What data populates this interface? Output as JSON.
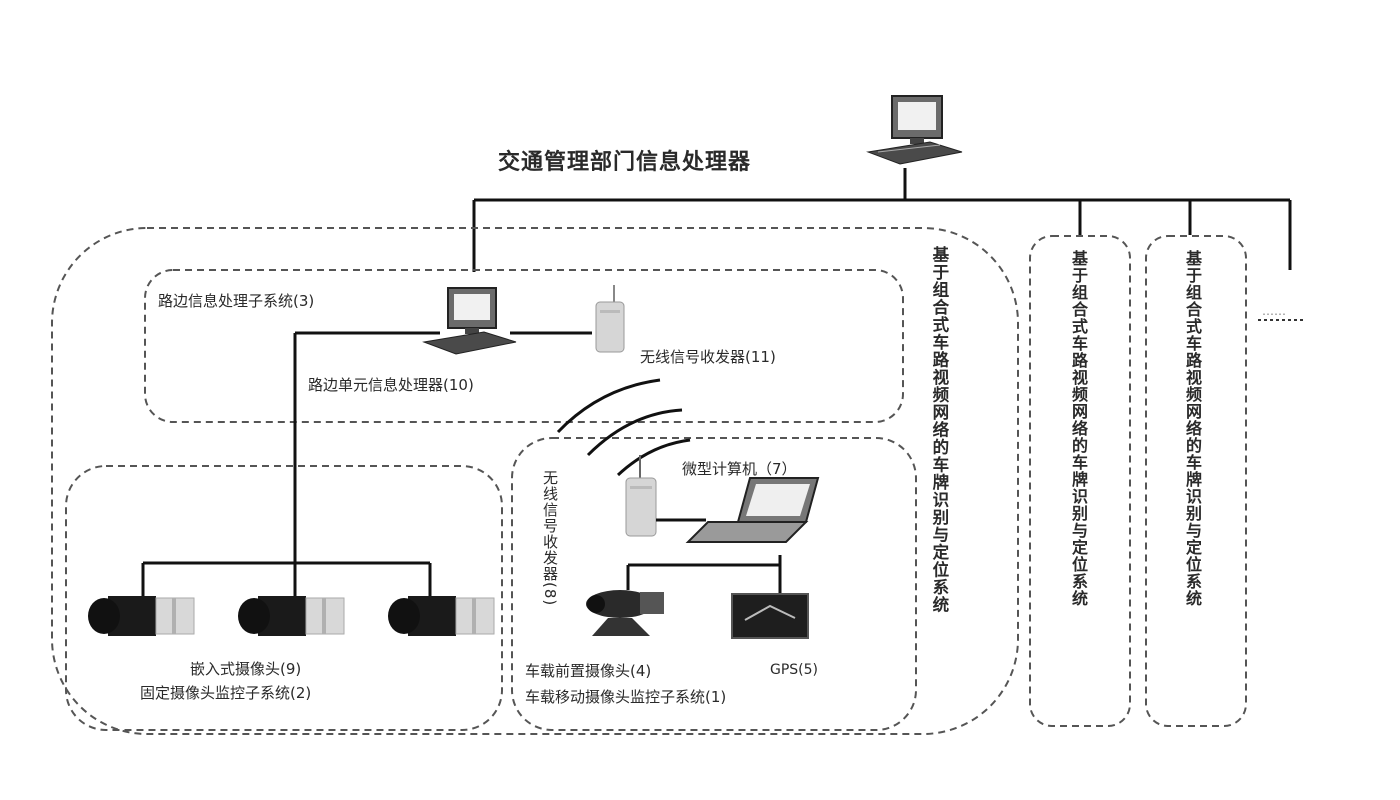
{
  "title": "交通管理部门信息处理器",
  "roadside": {
    "subsystem": "路边信息处理子系统(3)",
    "processor": "路边单元信息处理器(10)",
    "transceiver": "无线信号收发器(11)"
  },
  "fixed": {
    "camera": "嵌入式摄像头(9)",
    "subsystem": "固定摄像头监控子系统(2)"
  },
  "mobile": {
    "transceiver": "无线信号收发器(8)",
    "computer": "微型计算机（7）",
    "camera": "车载前置摄像头(4)",
    "gps": "GPS(5)",
    "subsystem": "车载移动摄像头监控子系统(1)"
  },
  "systems": [
    "基于组合式车路视频网络的车牌识别与定位系统",
    "基于组合式车路视频网络的车牌识别与定位系统",
    "基于组合式车路视频网络的车牌识别与定位系统"
  ],
  "ellipsis": "……"
}
